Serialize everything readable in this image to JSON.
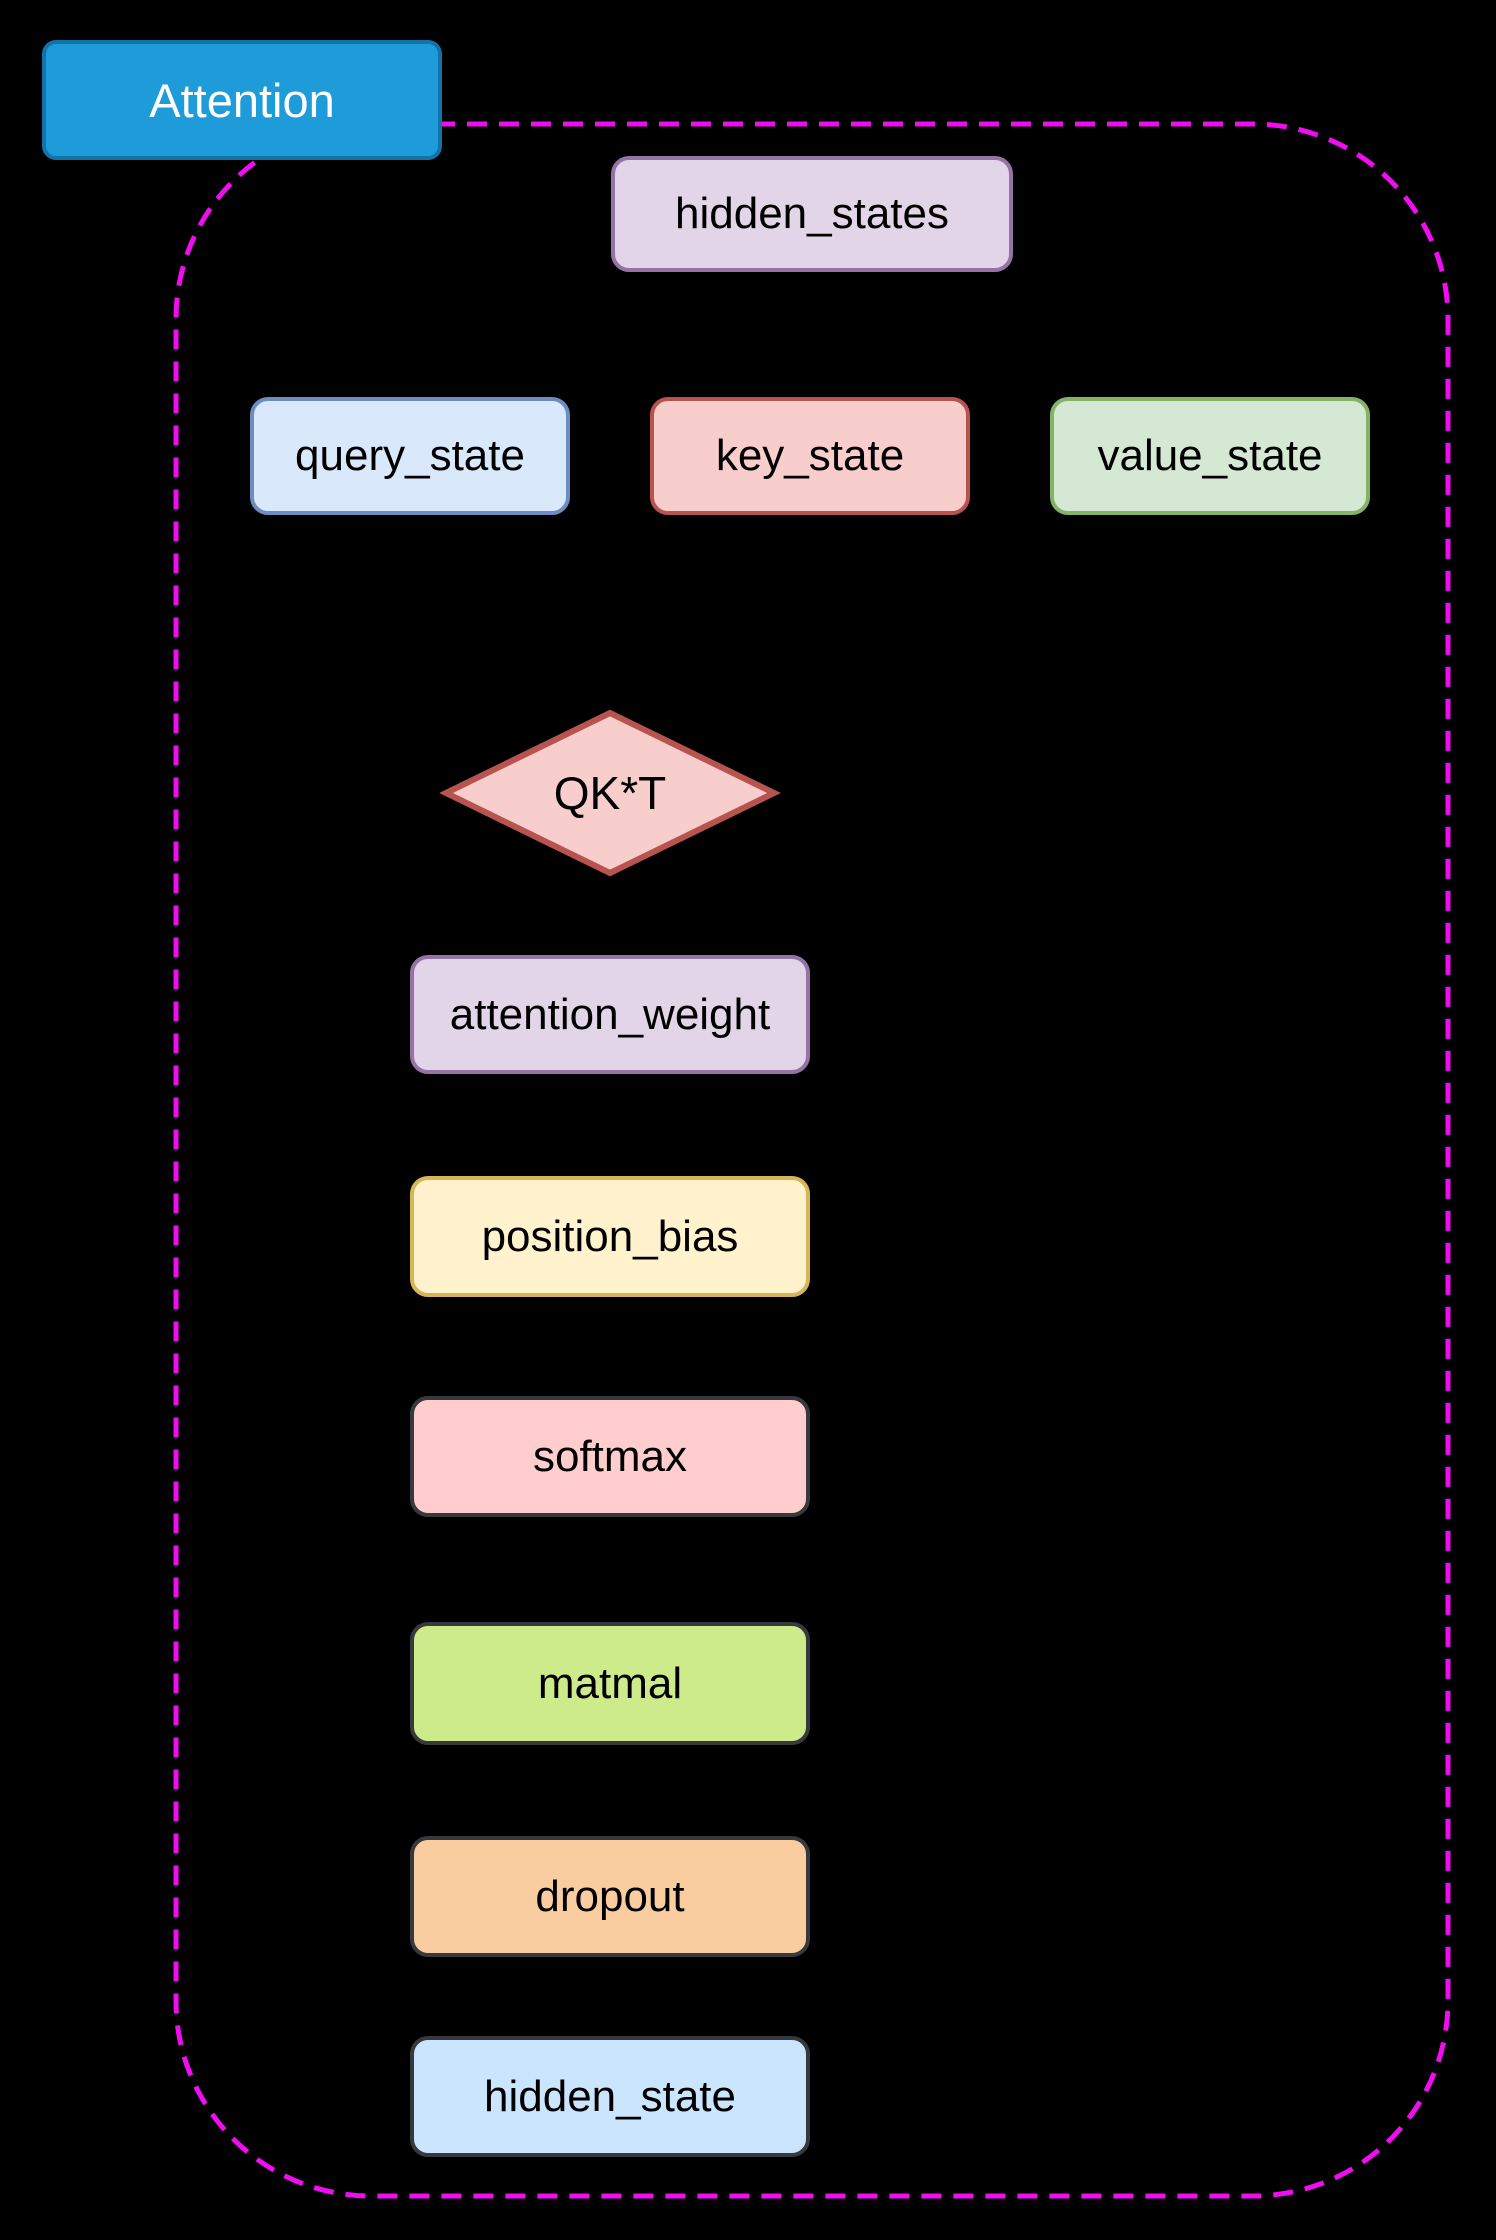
{
  "diagram": {
    "background_color": "#000000",
    "group": {
      "title": "Attention",
      "border_color": "#f00df0",
      "border_style": "dashed"
    },
    "nodes": {
      "attention_title": {
        "label": "Attention",
        "fill": "#1e9cd9",
        "border": "#1173a8",
        "text_color": "#ffffff"
      },
      "hidden_states": {
        "label": "hidden_states",
        "fill": "#e1d5e7",
        "border": "#9673a6"
      },
      "query_state": {
        "label": "query_state",
        "fill": "#dae8fc",
        "border": "#6c8ebf"
      },
      "key_state": {
        "label": "key_state",
        "fill": "#f8cecc",
        "border": "#b85450"
      },
      "value_state": {
        "label": "value_state",
        "fill": "#d5e8d4",
        "border": "#82b366"
      },
      "qkt": {
        "label": "QK*T",
        "fill": "#f8cecc",
        "border": "#b85450",
        "shape": "diamond"
      },
      "attention_weight": {
        "label": "attention_weight",
        "fill": "#e1d5e7",
        "border": "#9673a6"
      },
      "position_bias": {
        "label": "position_bias",
        "fill": "#fff2cc",
        "border": "#d6b656"
      },
      "softmax": {
        "label": "softmax",
        "fill": "#ffcdcd",
        "border": "#36393d"
      },
      "matmal": {
        "label": "matmal",
        "fill": "#cdeb8b",
        "border": "#36393d"
      },
      "dropout": {
        "label": "dropout",
        "fill": "#facda0",
        "border": "#36393d"
      },
      "hidden_state": {
        "label": "hidden_state",
        "fill": "#cce5ff",
        "border": "#36393d"
      }
    }
  }
}
